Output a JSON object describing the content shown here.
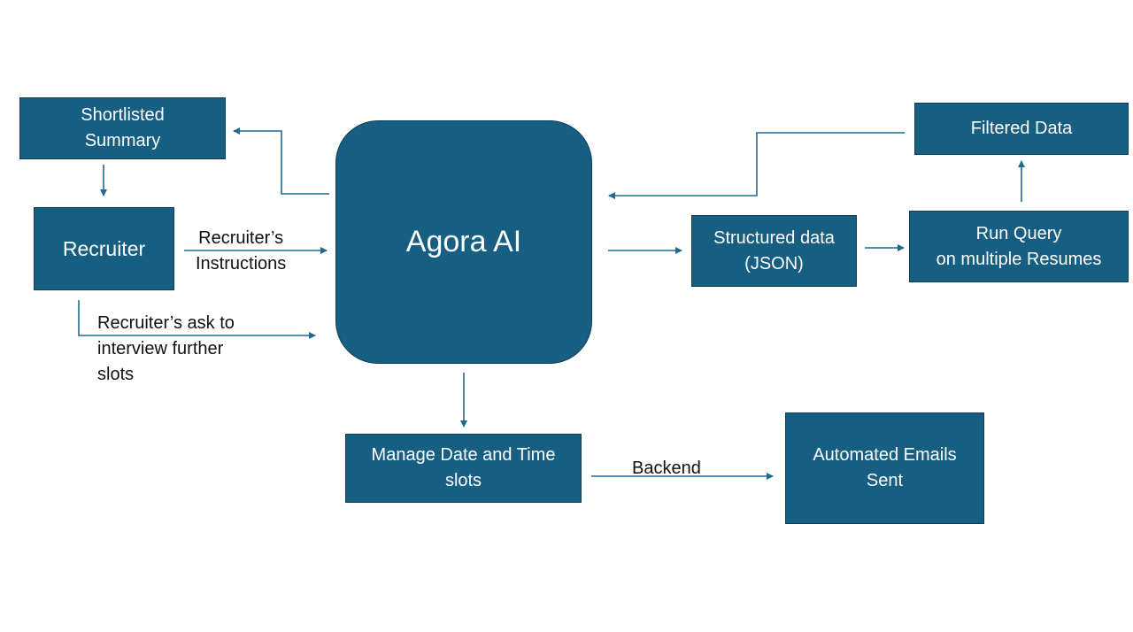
{
  "nodes": {
    "shortlisted": {
      "line1": "Shortlisted",
      "line2": "Summary"
    },
    "recruiter": {
      "label": "Recruiter"
    },
    "agora": {
      "label": "Agora AI"
    },
    "structured": {
      "line1": "Structured data",
      "line2": "(JSON)"
    },
    "run_query": {
      "line1": "Run Query",
      "line2": "on multiple Resumes"
    },
    "filtered": {
      "label": "Filtered Data"
    },
    "manage_slots": {
      "line1": "Manage Date and Time",
      "line2": "slots"
    },
    "emails": {
      "line1": "Automated Emails",
      "line2": "Sent"
    }
  },
  "edges": {
    "instructions": {
      "line1": "Recruiter’s",
      "line2": "Instructions"
    },
    "ask": {
      "line1": "Recruiter’s ask to",
      "line2": "interview further",
      "line3": "slots"
    },
    "backend": {
      "label": "Backend"
    }
  },
  "colors": {
    "box_fill": "#175f82",
    "box_border": "#0e3d55",
    "arrow": "#1f6a8e"
  }
}
